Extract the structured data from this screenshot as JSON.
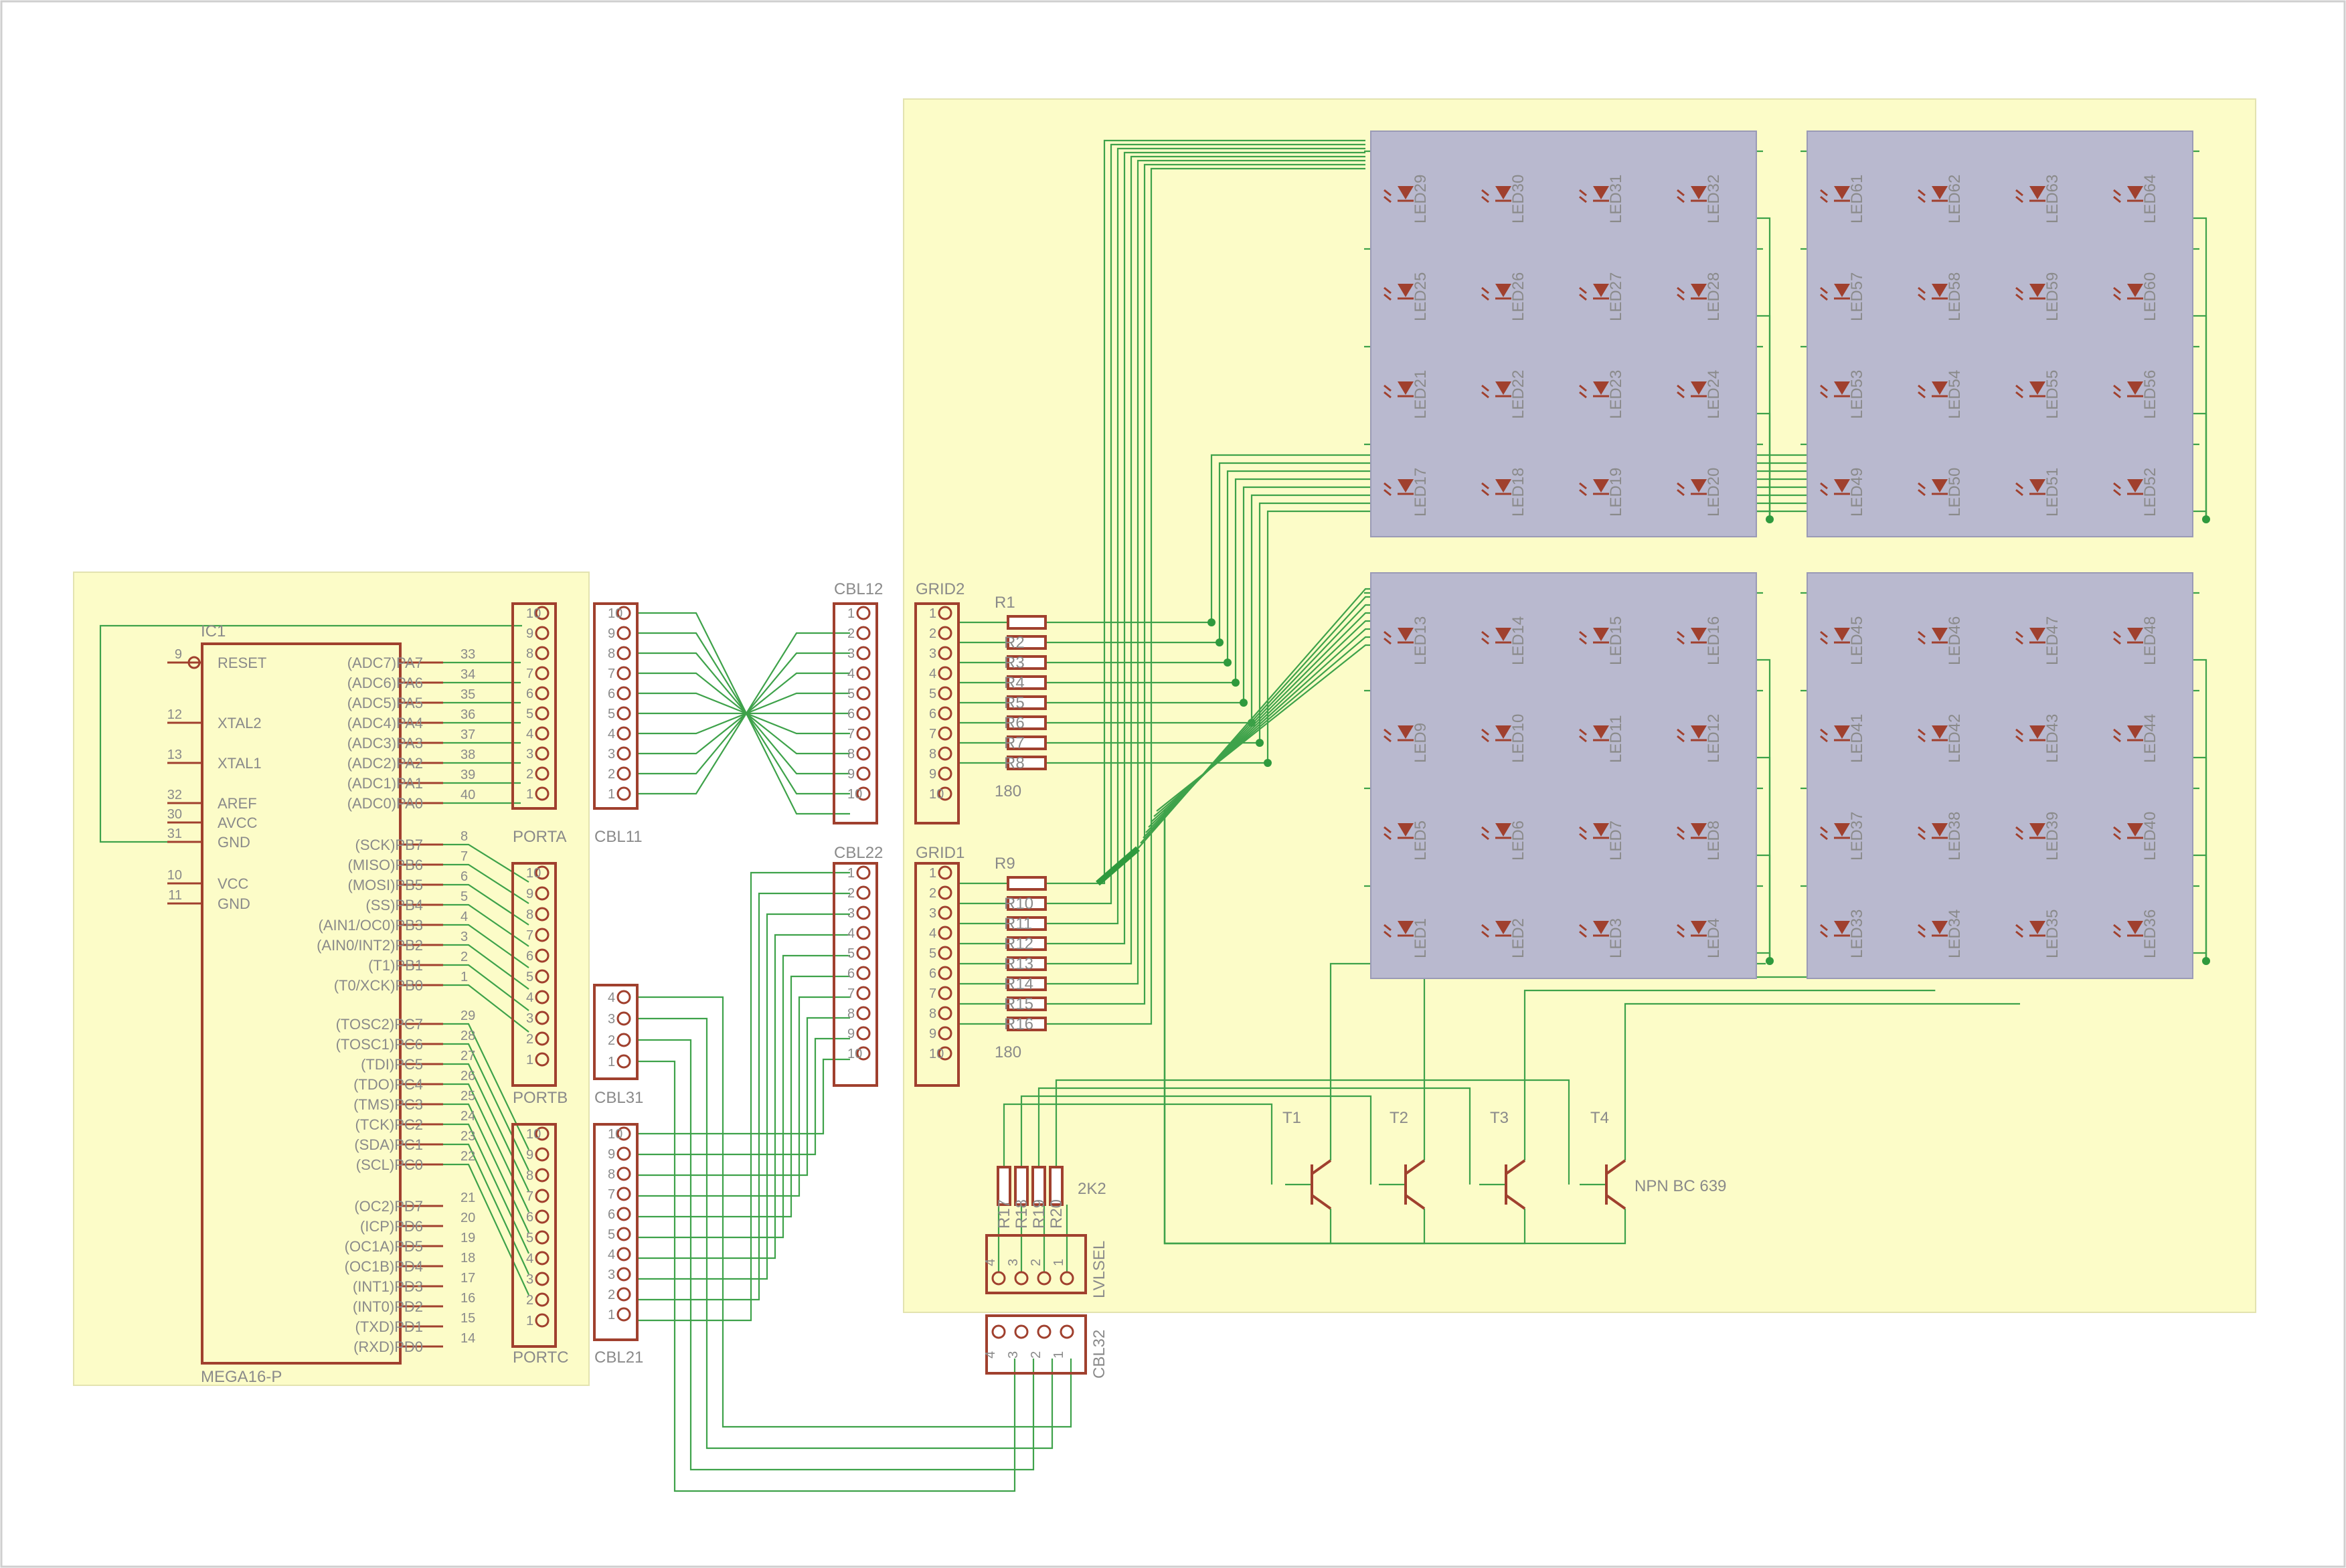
{
  "mcu": {
    "ref": "IC1",
    "value": "MEGA16-P",
    "left_pins": [
      {
        "num": "9",
        "name": "RESET"
      },
      {
        "num": "12",
        "name": "XTAL2"
      },
      {
        "num": "13",
        "name": "XTAL1"
      },
      {
        "num": "32",
        "name": "AREF"
      },
      {
        "num": "30",
        "name": "AVCC"
      },
      {
        "num": "31",
        "name": "GND"
      },
      {
        "num": "10",
        "name": "VCC"
      },
      {
        "num": "11",
        "name": "GND"
      }
    ],
    "right_pins": [
      {
        "num": "33",
        "name": "(ADC7)PA7"
      },
      {
        "num": "34",
        "name": "(ADC6)PA6"
      },
      {
        "num": "35",
        "name": "(ADC5)PA5"
      },
      {
        "num": "36",
        "name": "(ADC4)PA4"
      },
      {
        "num": "37",
        "name": "(ADC3)PA3"
      },
      {
        "num": "38",
        "name": "(ADC2)PA2"
      },
      {
        "num": "39",
        "name": "(ADC1)PA1"
      },
      {
        "num": "40",
        "name": "(ADC0)PA0"
      },
      {
        "num": "8",
        "name": "(SCK)PB7"
      },
      {
        "num": "7",
        "name": "(MISO)PB6"
      },
      {
        "num": "6",
        "name": "(MOSI)PB5"
      },
      {
        "num": "5",
        "name": "(SS)PB4"
      },
      {
        "num": "4",
        "name": "(AIN1/OC0)PB3"
      },
      {
        "num": "3",
        "name": "(AIN0/INT2)PB2"
      },
      {
        "num": "2",
        "name": "(T1)PB1"
      },
      {
        "num": "1",
        "name": "(T0/XCK)PB0"
      },
      {
        "num": "29",
        "name": "(TOSC2)PC7"
      },
      {
        "num": "28",
        "name": "(TOSC1)PC6"
      },
      {
        "num": "27",
        "name": "(TDI)PC5"
      },
      {
        "num": "26",
        "name": "(TDO)PC4"
      },
      {
        "num": "25",
        "name": "(TMS)PC3"
      },
      {
        "num": "24",
        "name": "(TCK)PC2"
      },
      {
        "num": "23",
        "name": "(SDA)PC1"
      },
      {
        "num": "22",
        "name": "(SCL)PC0"
      },
      {
        "num": "21",
        "name": "(OC2)PD7"
      },
      {
        "num": "20",
        "name": "(ICP)PD6"
      },
      {
        "num": "19",
        "name": "(OC1A)PD5"
      },
      {
        "num": "18",
        "name": "(OC1B)PD4"
      },
      {
        "num": "17",
        "name": "(INT1)PD3"
      },
      {
        "num": "16",
        "name": "(INT0)PD2"
      },
      {
        "num": "15",
        "name": "(TXD)PD1"
      },
      {
        "num": "14",
        "name": "(RXD)PD0"
      }
    ]
  },
  "connectors": {
    "porta": "PORTA",
    "portb": "PORTB",
    "portc": "PORTC",
    "cbl11": "CBL11",
    "cbl31": "CBL31",
    "cbl21": "CBL21",
    "cbl12": "CBL12",
    "cbl22": "CBL22",
    "grid2": "GRID2",
    "grid1": "GRID1",
    "lvlsel": "LVLSEL",
    "cbl32": "CBL32"
  },
  "pin_numbers_10": [
    "1",
    "2",
    "3",
    "4",
    "5",
    "6",
    "7",
    "8",
    "9",
    "10"
  ],
  "pin_numbers_4": [
    "1",
    "2",
    "3",
    "4"
  ],
  "resistors": {
    "group1_first": "R1",
    "group1_value": "180",
    "group1_refs": [
      "R2",
      "R3",
      "R4",
      "R5",
      "R6",
      "R7",
      "R8"
    ],
    "group2_first": "R9",
    "group2_value": "180",
    "group2_refs": [
      "R10",
      "R11",
      "R12",
      "R13",
      "R14",
      "R15",
      "R16"
    ],
    "base_refs": [
      "R17",
      "R18",
      "R19",
      "R20"
    ],
    "base_value": "2K2"
  },
  "transistors": {
    "refs": [
      "T1",
      "T2",
      "T3",
      "T4"
    ],
    "value": "NPN BC 639"
  },
  "led_panels": [
    [
      [
        "LED29",
        "LED30",
        "LED31",
        "LED32"
      ],
      [
        "LED25",
        "LED26",
        "LED27",
        "LED28"
      ],
      [
        "LED21",
        "LED22",
        "LED23",
        "LED24"
      ],
      [
        "LED17",
        "LED18",
        "LED19",
        "LED20"
      ]
    ],
    [
      [
        "LED61",
        "LED62",
        "LED63",
        "LED64"
      ],
      [
        "LED57",
        "LED58",
        "LED59",
        "LED60"
      ],
      [
        "LED53",
        "LED54",
        "LED55",
        "LED56"
      ],
      [
        "LED49",
        "LED50",
        "LED51",
        "LED52"
      ]
    ],
    [
      [
        "LED13",
        "LED14",
        "LED15",
        "LED16"
      ],
      [
        "LED9",
        "LED10",
        "LED11",
        "LED12"
      ],
      [
        "LED5",
        "LED6",
        "LED7",
        "LED8"
      ],
      [
        "LED1",
        "LED2",
        "LED3",
        "LED4"
      ]
    ],
    [
      [
        "LED45",
        "LED46",
        "LED47",
        "LED48"
      ],
      [
        "LED41",
        "LED42",
        "LED43",
        "LED44"
      ],
      [
        "LED37",
        "LED38",
        "LED39",
        "LED40"
      ],
      [
        "LED33",
        "LED34",
        "LED35",
        "LED36"
      ]
    ]
  ],
  "colors": {
    "wire": "#3ea24a",
    "part": "#a0402e",
    "sheet": "#fcfcc8",
    "led_panel": "#b9b9cf",
    "label": "#8a8a8a"
  }
}
